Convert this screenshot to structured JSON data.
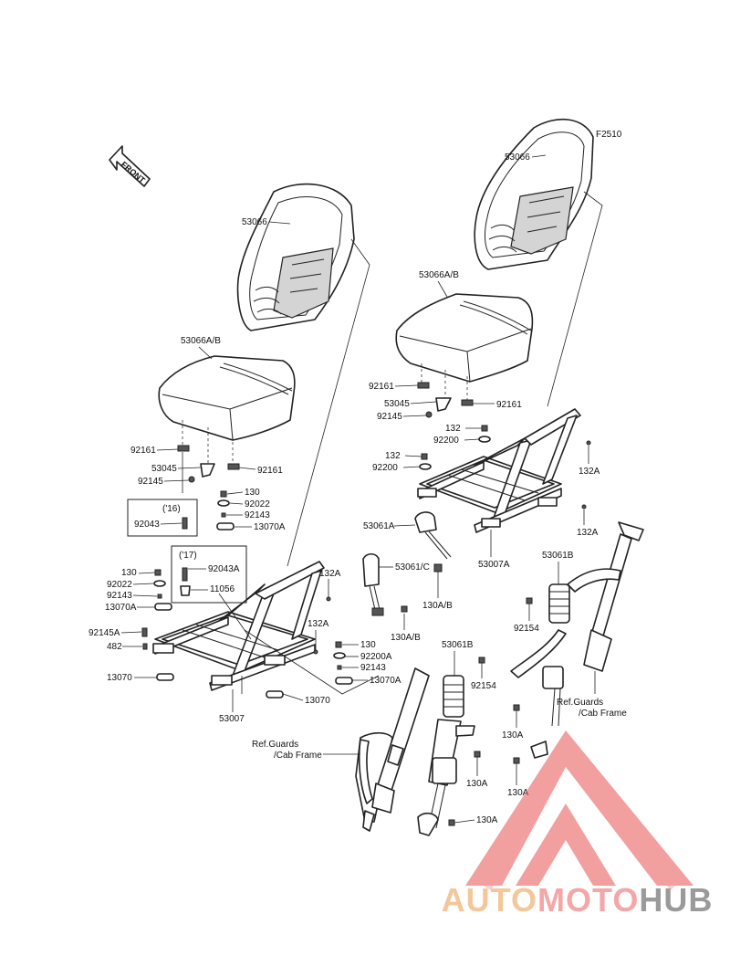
{
  "figure_code": "F2510",
  "front_label": "FRONT",
  "ref_note_line1": "Ref.Guards",
  "ref_note_line2": "/Cab Frame",
  "year_16": "('16)",
  "year_17": "('17)",
  "labels": {
    "p53066_left": "53066",
    "p53066_right": "53066",
    "p53066ab_left": "53066A/B",
    "p53066ab_right": "53066A/B",
    "p92161_l1": "92161",
    "p92161_l2": "92161",
    "p92161_r1": "92161",
    "p92161_r2": "92161",
    "p53045_l": "53045",
    "p53045_r": "53045",
    "p92145_l": "92145",
    "p92145_r": "92145",
    "p130_a": "130",
    "p92022_a": "92022",
    "p92143_a": "92143",
    "p13070a_a": "13070A",
    "p92043_16": "92043",
    "p92043a": "92043A",
    "p11056": "11056",
    "p130_b": "130",
    "p92022_b": "92022",
    "p92143_b": "92143",
    "p13070a_b": "13070A",
    "p92145a": "92145A",
    "p482": "482",
    "p13070_l": "13070",
    "p13070_c": "13070",
    "p53007_l": "53007",
    "p132a_1": "132A",
    "p132a_2": "132A",
    "p53061c": "53061/C",
    "p130ab_l": "130A/B",
    "p130_c": "130",
    "p92200a": "92200A",
    "p92143_c": "92143",
    "p13070a_c": "13070A",
    "p132_r1": "132",
    "p92200_r1": "92200",
    "p132_r2": "132",
    "p92200_r2": "92200",
    "p132a_r1": "132A",
    "p132a_r2": "132A",
    "p53061a": "53061A",
    "p53007a": "53007A",
    "p130ab_r": "130A/B",
    "p53061b_r": "53061B",
    "p92154_r": "92154",
    "p53061b_c": "53061B",
    "p92154_c": "92154",
    "p130a_1": "130A",
    "p130a_2": "130A",
    "p130a_3": "130A",
    "p130a_4": "130A"
  },
  "watermark": {
    "part1": "AUTO",
    "part2": "MOTO",
    "part3": "HUB"
  },
  "colors": {
    "watermark_red": "#e85050",
    "watermark_orange": "#f0b070",
    "watermark_gray": "#8a8a8a"
  }
}
